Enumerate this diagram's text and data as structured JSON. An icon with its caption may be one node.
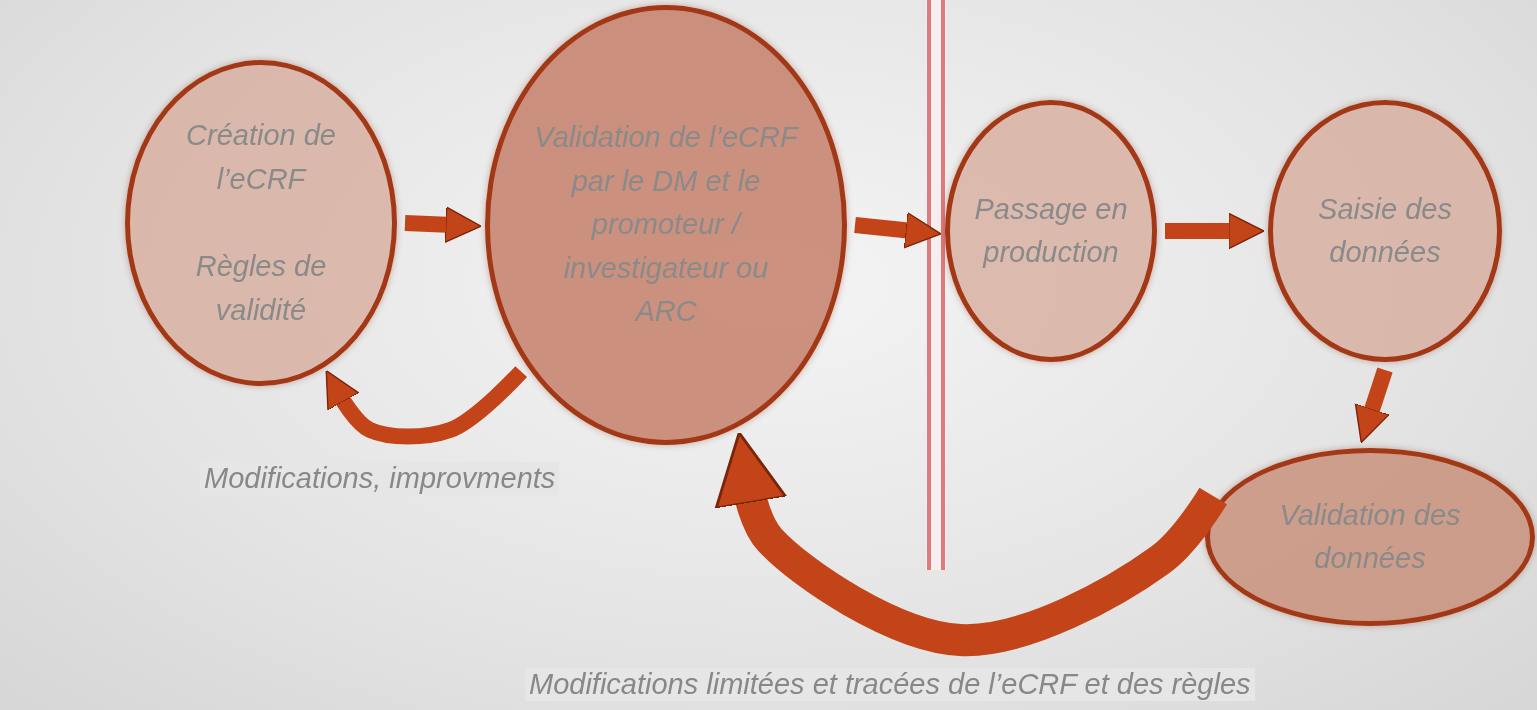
{
  "diagram": {
    "nodes": [
      {
        "text": [
          "Création de l’eCRF",
          "Règles de validité"
        ]
      },
      {
        "text": [
          "Validation de l’eCRF par le DM et le promoteur / investigateur ou ARC"
        ]
      },
      {
        "text": [
          "Passage en production"
        ]
      },
      {
        "text": [
          "Saisie des données"
        ]
      },
      {
        "text": [
          "Validation des données"
        ]
      }
    ],
    "edges": [
      {
        "from": 0,
        "to": 1,
        "arrow": "to"
      },
      {
        "from": 1,
        "to": 0,
        "arrow": "to",
        "label": "Modifications, improvments"
      },
      {
        "from": 1,
        "to": 2,
        "arrow": "to"
      },
      {
        "from": 2,
        "to": 3,
        "arrow": "to"
      },
      {
        "from": 3,
        "to": 4,
        "arrow": "to"
      },
      {
        "from": 4,
        "to": 1,
        "arrow": "to",
        "label": "Modifications limitées et tracées de l’eCRF et des règles",
        "style": "thick"
      }
    ]
  }
}
